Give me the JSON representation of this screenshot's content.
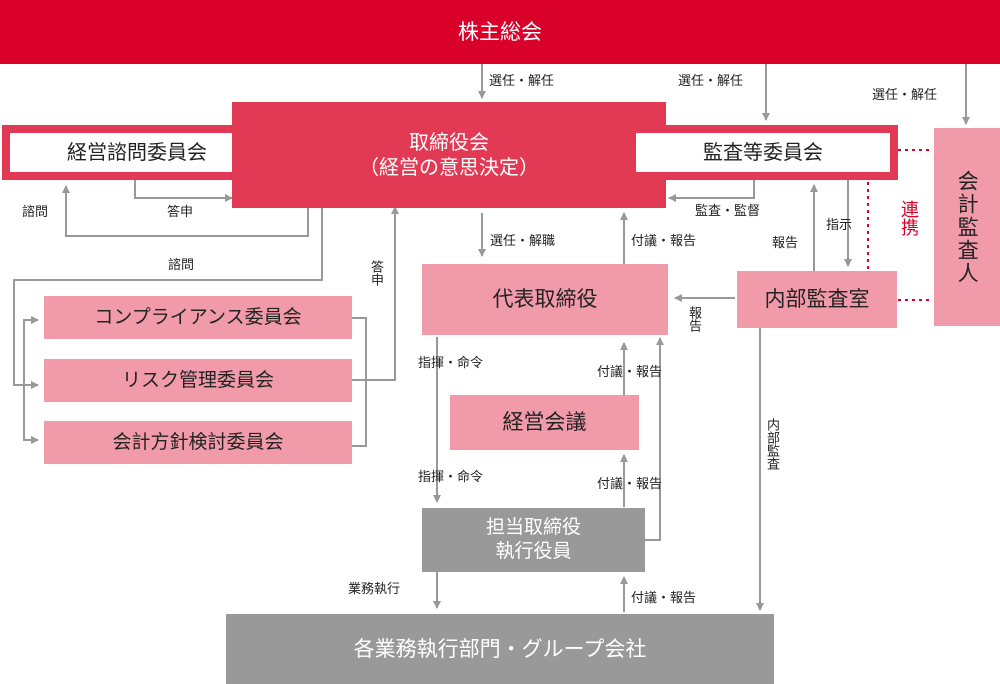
{
  "boxes": {
    "shareholders": "株主総会",
    "board_l1": "取締役会",
    "board_l2": "（経営の意思決定）",
    "advisory": "経営諮問委員会",
    "audit_committee": "監査等委員会",
    "accounting_auditor": "会計監査人",
    "president": "代表取締役",
    "internal_audit": "内部監査室",
    "compliance": "コンプライアンス委員会",
    "risk": "リスク管理委員会",
    "accounting_policy": "会計方針検討委員会",
    "mgmt_meeting": "経営会議",
    "officers_l1": "担当取締役",
    "officers_l2": "執行役員",
    "departments": "各業務執行部門・グループ会社"
  },
  "labels": {
    "elect1": "選任・解任",
    "elect2": "選任・解任",
    "elect3": "選任・解任",
    "consult1": "諮問",
    "reply1": "答申",
    "consult2": "諮問",
    "reply2": "答申",
    "appoint_president": "選任・解職",
    "propose1": "付議・報告",
    "supervise": "監査・監督",
    "report1": "報告",
    "instruct": "指示",
    "collab": "連携",
    "report2": "報告",
    "command1": "指揮・命令",
    "propose2": "付議・報告",
    "command2": "指揮・命令",
    "propose3": "付議・報告",
    "internal_audit_v": "内部監査",
    "business_exec": "業務執行",
    "propose4": "付議・報告"
  },
  "colors": {
    "red": "#d9002a",
    "mid_red": "#e23a55",
    "pink": "#f19aa9",
    "gray": "#999999",
    "line": "#999999"
  }
}
